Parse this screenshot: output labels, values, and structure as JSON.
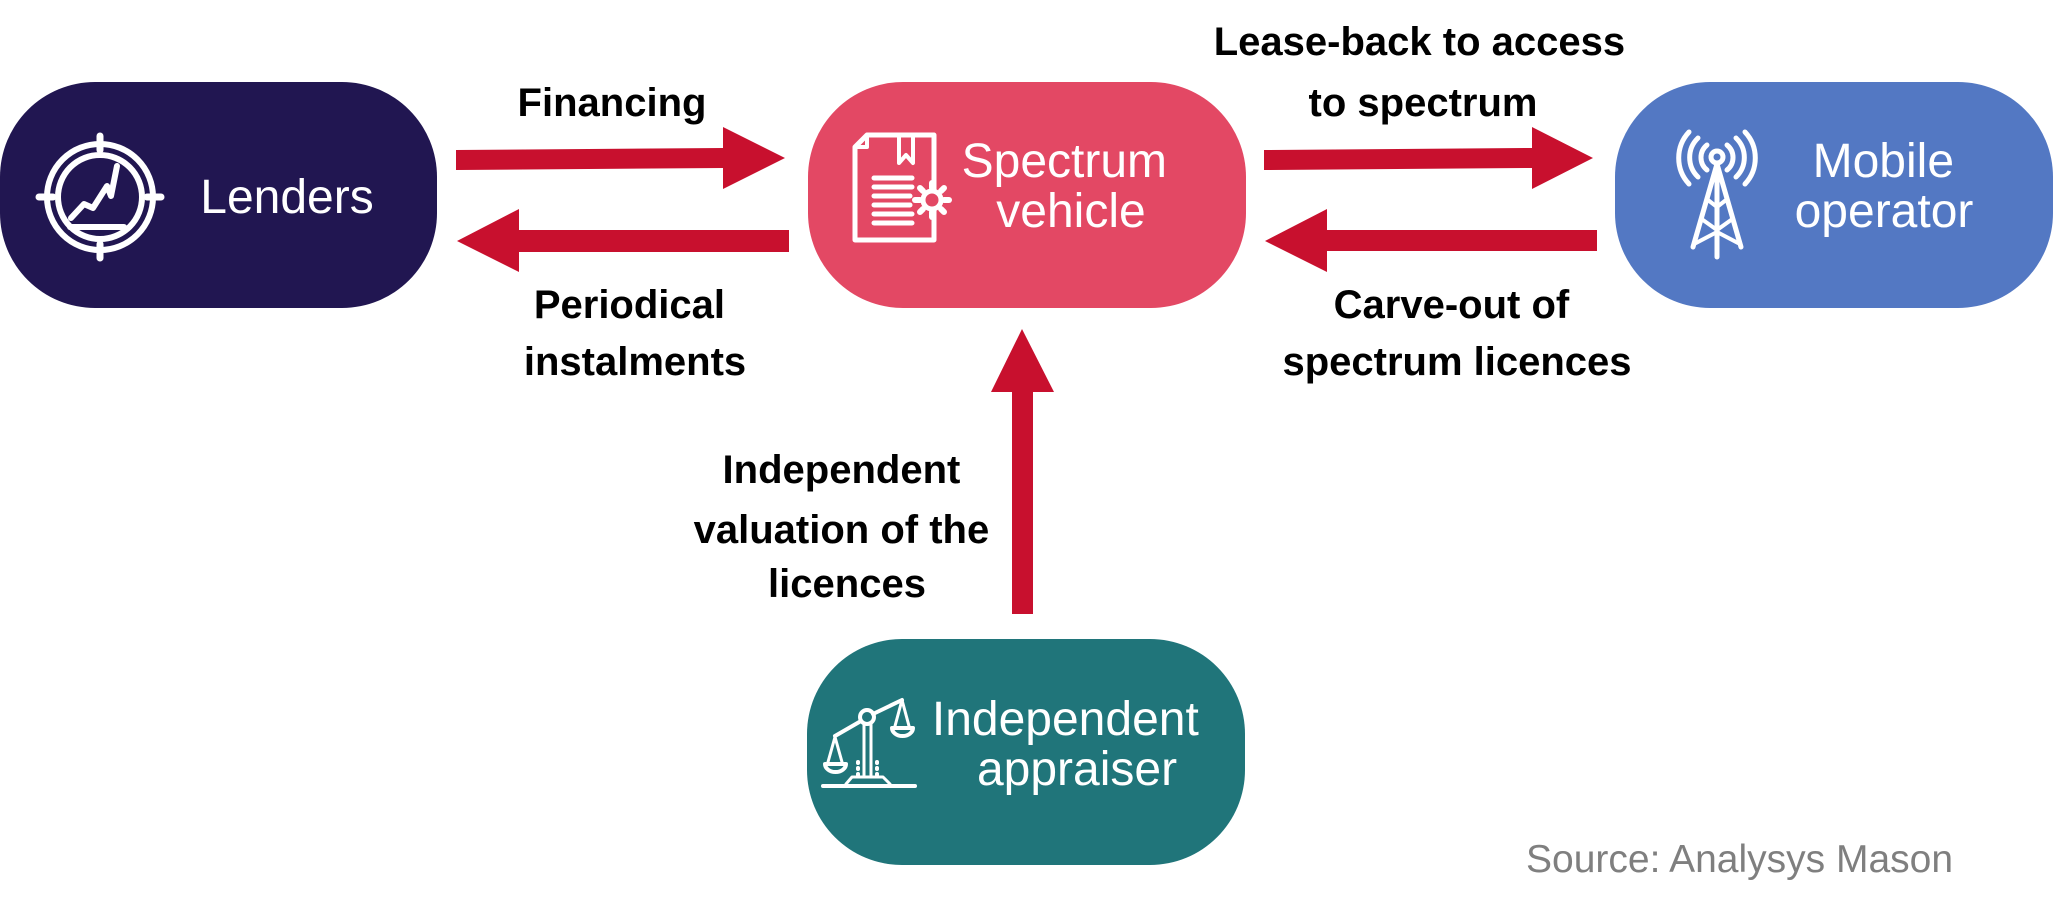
{
  "diagram": {
    "title": "Spectrum financing structure",
    "nodes": {
      "lenders": {
        "lines": [
          "Lenders"
        ],
        "color": "#211651",
        "icon": "target-chart-icon"
      },
      "vehicle": {
        "lines": [
          "Spectrum",
          "vehicle"
        ],
        "color": "#E34864",
        "icon": "document-gear-icon"
      },
      "operator": {
        "lines": [
          "Mobile",
          "operator"
        ],
        "color": "#5378C3",
        "icon": "radio-tower-icon"
      },
      "appraiser": {
        "lines": [
          "Independent",
          "appraiser"
        ],
        "color": "#20757A",
        "icon": "balance-scale-icon"
      }
    },
    "flows": {
      "financing": {
        "from": "Lenders",
        "to": "Spectrum vehicle",
        "lines": [
          "Financing"
        ]
      },
      "instalments": {
        "from": "Spectrum vehicle",
        "to": "Lenders",
        "lines": [
          "Periodical",
          "instalments"
        ]
      },
      "leaseback": {
        "from": "Spectrum vehicle",
        "to": "Mobile operator",
        "lines": [
          "Lease-back to access",
          "to spectrum"
        ]
      },
      "carveout": {
        "from": "Mobile operator",
        "to": "Spectrum vehicle",
        "lines": [
          "Carve-out of",
          "spectrum licences"
        ]
      },
      "valuation": {
        "from": "Independent appraiser",
        "to": "Spectrum vehicle",
        "lines": [
          "Independent",
          "valuation of the",
          "licences"
        ]
      }
    },
    "arrow_color": "#C8102E",
    "source": {
      "text": "Source: Analysys Mason",
      "color": "#7F7F7F"
    }
  }
}
